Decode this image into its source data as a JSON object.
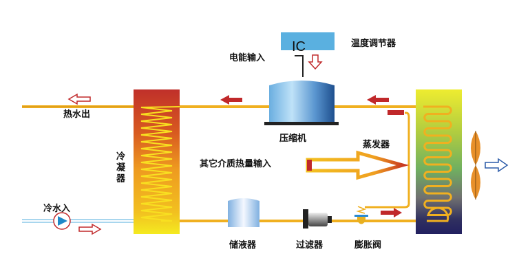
{
  "labels": {
    "hot_water_out": "热水出",
    "cold_water_in": "冷水入",
    "condenser": "冷凝器",
    "power_input": "电能输入",
    "ic": "IC",
    "thermostat": "温度调节器",
    "compressor": "压缩机",
    "evaporator": "蒸发器",
    "other_heat_input": "其它介质热量输入",
    "receiver": "储液器",
    "filter": "过滤器",
    "expansion_valve": "膨胀阀"
  },
  "colors": {
    "refrigerant_pipe": "#f0b020",
    "cold_water_pipe": "#8cc8e8",
    "flow_arrow": "#c0282a",
    "ic_box": "#5ab0e0",
    "fan": "#e8902a",
    "air_arrow": "#2a5aa8"
  }
}
